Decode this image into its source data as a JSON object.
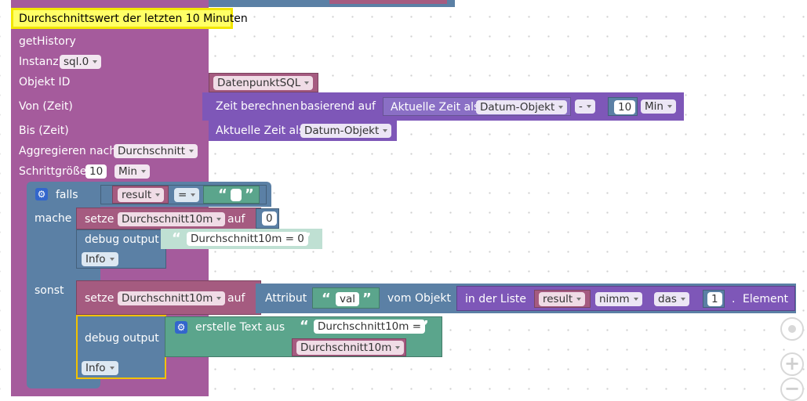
{
  "comment": "Durchschnittswert der letzten 10 Minuten",
  "history": {
    "title": "getHistory",
    "instance_label": "Instanz",
    "instance_value": "sql.0",
    "object_id_label": "Objekt ID",
    "from_label": "Von (Zeit)",
    "to_label": "Bis (Zeit)",
    "aggregate_label": "Aggregieren nach",
    "aggregate_value": "Durchschnitt",
    "step_label": "Schrittgröße",
    "step_value": "10",
    "step_unit": "Min"
  },
  "object_id_value": "DatenpunktSQL",
  "time_calc": {
    "label": "Zeit berechnen",
    "based_on": "basierend auf",
    "current_time_label": "Aktuelle Zeit als",
    "format": "Datum-Objekt",
    "operator": "-",
    "amount": "10",
    "unit": "Min"
  },
  "to_time": {
    "label": "Aktuelle Zeit als",
    "format": "Datum-Objekt"
  },
  "if_block": {
    "if_label": "falls",
    "do_label": "mache",
    "else_label": "sonst",
    "var_result": "result",
    "operator": "=",
    "empty_text": ""
  },
  "do_branch": {
    "set_label": "setze",
    "var": "Durchschnitt10m",
    "to_label": "auf",
    "value": "0",
    "debug_label": "debug output",
    "debug_text": "Durchschnitt10m = 0",
    "level": "Info"
  },
  "else_branch": {
    "set_label": "setze",
    "var": "Durchschnitt10m",
    "to_label": "auf",
    "attr_label": "Attribut",
    "attr_value": "val",
    "from_object": "vom Objekt",
    "in_list": "in der Liste",
    "list_var": "result",
    "take": "nimm",
    "which": "das",
    "index": "1",
    "dot": ".",
    "element": "Element",
    "debug_label": "debug output",
    "create_text": "erstelle Text aus",
    "text_part": "Durchschnitt10m =",
    "text_var": "Durchschnitt10m",
    "level": "Info"
  },
  "icons": {
    "gear": "gear-icon",
    "quote_open": "“",
    "quote_close": "”",
    "recenter": "target-icon",
    "zoom_in": "+",
    "zoom_out": "−"
  }
}
